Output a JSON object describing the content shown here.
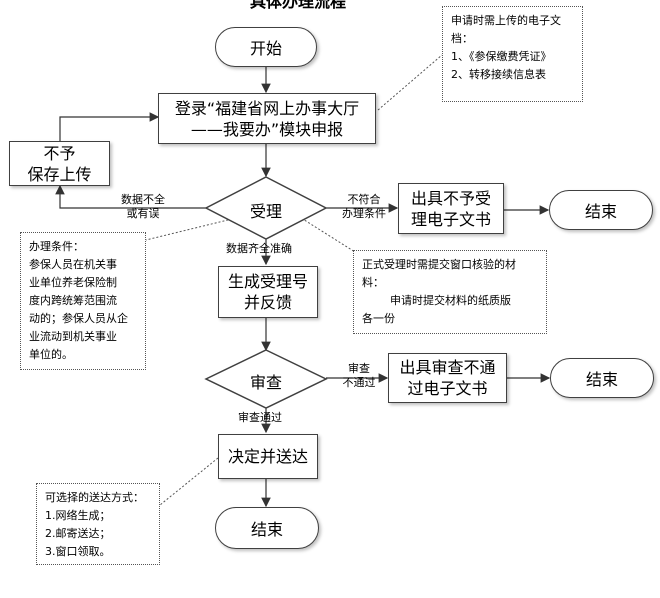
{
  "top_clipped_title": "具体办理流程",
  "nodes": {
    "start": "开始",
    "login": [
      "登录“福建省网上办事大厅",
      "——我要办”模块申报"
    ],
    "not_saved": [
      "不予",
      "保存上传"
    ],
    "accept": "受理",
    "reject_doc": [
      "出具不予受",
      "理电子文书"
    ],
    "end1": "结束",
    "gen_number": [
      "生成受理号",
      "并反馈"
    ],
    "review": "审查",
    "review_fail_doc": [
      "出具审查不通",
      "过电子文书"
    ],
    "end2": "结束",
    "decide": "决定并送达",
    "end3": "结束"
  },
  "edge_labels": {
    "incomplete": [
      "数据不全",
      "或有误"
    ],
    "not_meet": [
      "不符合",
      "办理条件"
    ],
    "complete": "数据齐全准确",
    "review_fail": [
      "审查",
      "不通过"
    ],
    "review_pass": "审查通过"
  },
  "notes": {
    "upload_docs": [
      "申请时需上传的电子文",
      "档：",
      "1、《参保缴费凭证》",
      "2、转移接续信息表"
    ],
    "conditions": [
      "办理条件：",
      "参保人员在机关事",
      "业单位养老保险制",
      "度内跨统筹范围流",
      "动的；参保人员从企",
      "业流动到机关事业",
      "单位的。"
    ],
    "window_check": [
      "正式受理时需提交窗口核验的材",
      "料：",
      "申请时提交材料的纸质版",
      "各一份"
    ],
    "delivery": [
      "可选择的送达方式：",
      "1.网络生成；",
      "2.邮寄送达；",
      "3.窗口领取。"
    ]
  }
}
